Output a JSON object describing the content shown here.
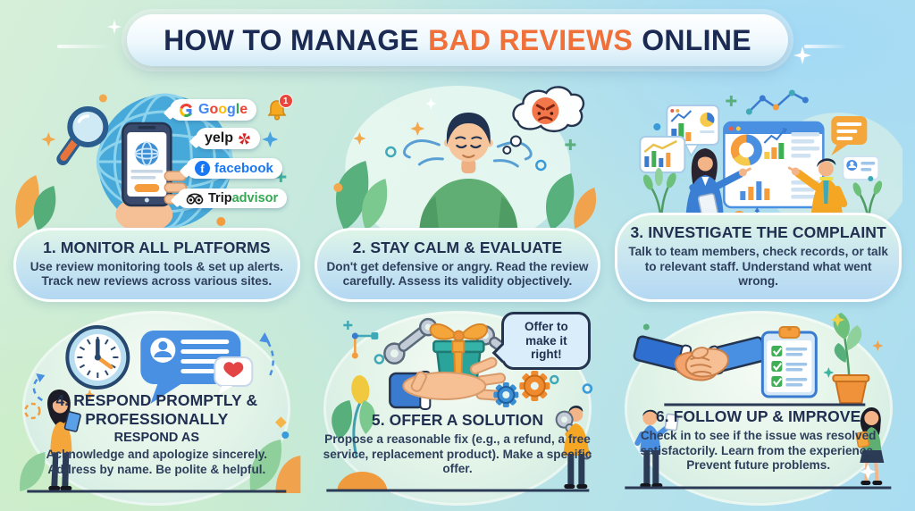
{
  "title": {
    "prefix": "HOW TO MANAGE",
    "highlight": "BAD REVIEWS",
    "suffix": "ONLINE"
  },
  "steps": [
    {
      "heading": "1. MONITOR ALL PLATFORMS",
      "body": "Use review monitoring tools & set up alerts. Track new reviews across various sites."
    },
    {
      "heading": "2. STAY CALM & EVALUATE",
      "body": "Don't get defensive or angry. Read the review carefully. Assess its validity objectively."
    },
    {
      "heading": "3. INVESTIGATE THE COMPLAINT",
      "body": "Talk to team members, check records, or talk to relevant staff. Understand what went wrong."
    },
    {
      "heading": "4. RESPOND PROMPTLY & PROFESSIONALLY",
      "subheading": "RESPOND AS",
      "body": "Acknowledge and apologize sincerely. Address by name. Be polite & helpful."
    },
    {
      "heading": "5. OFFER A SOLUTION",
      "body": "Propose a reasonable fix (e.g., a refund, a free service, replacement product). Make a specific offer."
    },
    {
      "heading": "6. FOLLOW UP & IMPROVE",
      "body": "Check in to see if the issue was resolved satisfactorily. Learn from the experience. Prevent future problems."
    }
  ],
  "monitor": {
    "platforms": {
      "google": "Google",
      "yelp": "yelp",
      "facebook": "facebook",
      "tripadvisor_prefix": "Trip",
      "tripadvisor_suffix": "advisor"
    },
    "icons": {
      "facebook_f": "f"
    },
    "bell_badge": "1"
  },
  "solution": {
    "bubble_text": "Offer to make it right!"
  },
  "colors": {
    "navy": "#1b2a52",
    "accent_orange": "#f0703a",
    "google_letters": [
      "#4285F4",
      "#EA4335",
      "#FBBC05",
      "#4285F4",
      "#34A853",
      "#EA4335"
    ],
    "yelp_red": "#d32323",
    "facebook_blue": "#1877F2",
    "tripadvisor_green": "#34a853"
  }
}
